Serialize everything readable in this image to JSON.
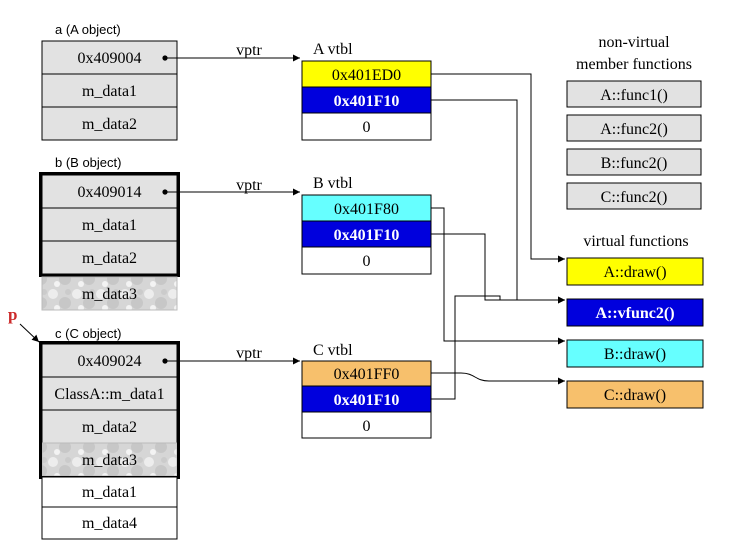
{
  "objects": {
    "a": {
      "title": "a (A object)",
      "vptr": "0x409004",
      "fields": [
        "m_data1",
        "m_data2"
      ]
    },
    "b": {
      "title": "b (B object)",
      "vptr": "0x409014",
      "fields": [
        "m_data1",
        "m_data2",
        "m_data3"
      ]
    },
    "c": {
      "title": "c (C object)",
      "vptr": "0x409024",
      "fields": [
        "ClassA::m_data1",
        "m_data2",
        "m_data3",
        "m_data1",
        "m_data4"
      ]
    }
  },
  "vptr_label": "vptr",
  "pointer_label": "p",
  "vtables": {
    "a": {
      "title": "A vtbl",
      "entries": [
        "0x401ED0",
        "0x401F10",
        "0"
      ]
    },
    "b": {
      "title": "B vtbl",
      "entries": [
        "0x401F80",
        "0x401F10",
        "0"
      ]
    },
    "c": {
      "title": "C vtbl",
      "entries": [
        "0x401FF0",
        "0x401F10",
        "0"
      ]
    }
  },
  "nonvirtual": {
    "heading_line1": "non-virtual",
    "heading_line2": "member functions",
    "items": [
      "A::func1()",
      "A::func2()",
      "B::func2()",
      "C::func2()"
    ]
  },
  "virtual": {
    "heading": "virtual functions",
    "items": [
      "A::draw()",
      "A::vfunc2()",
      "B::draw()",
      "C::draw()"
    ]
  },
  "colors": {
    "object_gray": "#e2e2e2",
    "yellow": "#ffff00",
    "blue": "#0000dd",
    "cyan": "#66ffff",
    "orange": "#f7c06c",
    "pointer_red": "#cc2a2a"
  }
}
